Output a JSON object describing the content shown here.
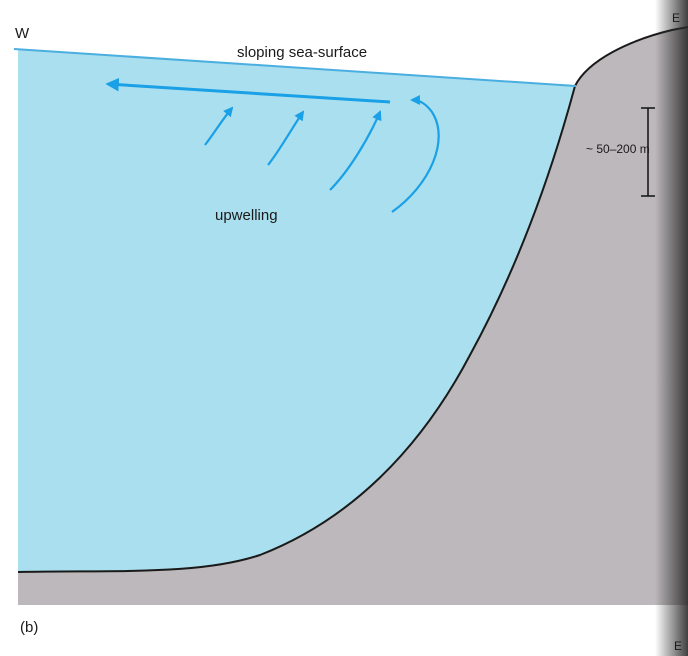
{
  "figure": {
    "label_w": "W",
    "label_e": "E",
    "label_e_bottom": "E",
    "sea_surface_label": "sloping sea-surface",
    "upwelling_label": "upwelling",
    "depth_label": "~ 50–200 m",
    "panel_label": "(b)"
  },
  "colors": {
    "sea": "#a9dfee",
    "sea_edge": "#4aaee0",
    "shelf": "#bdb8bb",
    "shelf_line": "#1a1a1a",
    "arrow": "#1aa0e6",
    "page_edge": "#2a2a2a"
  }
}
